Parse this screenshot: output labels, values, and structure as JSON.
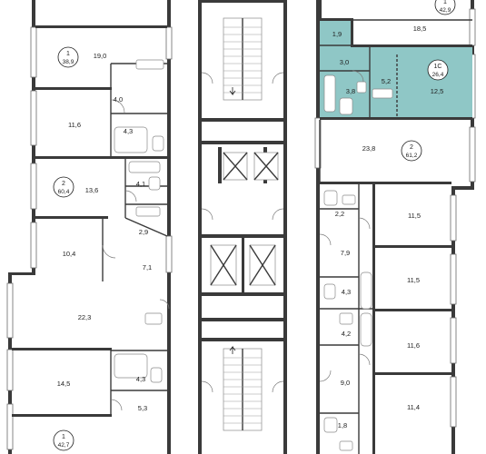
{
  "highlight_color": "#8fc7c6",
  "apartments": [
    {
      "type": "1",
      "total": "42,9"
    },
    {
      "type": "1",
      "total": "38,9"
    },
    {
      "type": "2",
      "total": "60,4"
    },
    {
      "type": "1С",
      "total": "26,4"
    },
    {
      "type": "2",
      "total": "61,2"
    },
    {
      "type": "1",
      "total": "42,7"
    }
  ],
  "rooms": {
    "left": [
      "19,0",
      "4,0",
      "11,6",
      "4,3",
      "13,6",
      "4,1",
      "2,9",
      "10,4",
      "7,1",
      "22,3",
      "14,5",
      "4,3",
      "5,3"
    ],
    "right": [
      "18,5",
      "23,8",
      "2,2",
      "11,5",
      "7,9",
      "11,5",
      "4,3",
      "4,2",
      "11,6",
      "9,0",
      "11,4",
      "1,8"
    ],
    "highlighted": [
      "1,9",
      "3,0",
      "5,2",
      "12,5",
      "3,8"
    ]
  }
}
